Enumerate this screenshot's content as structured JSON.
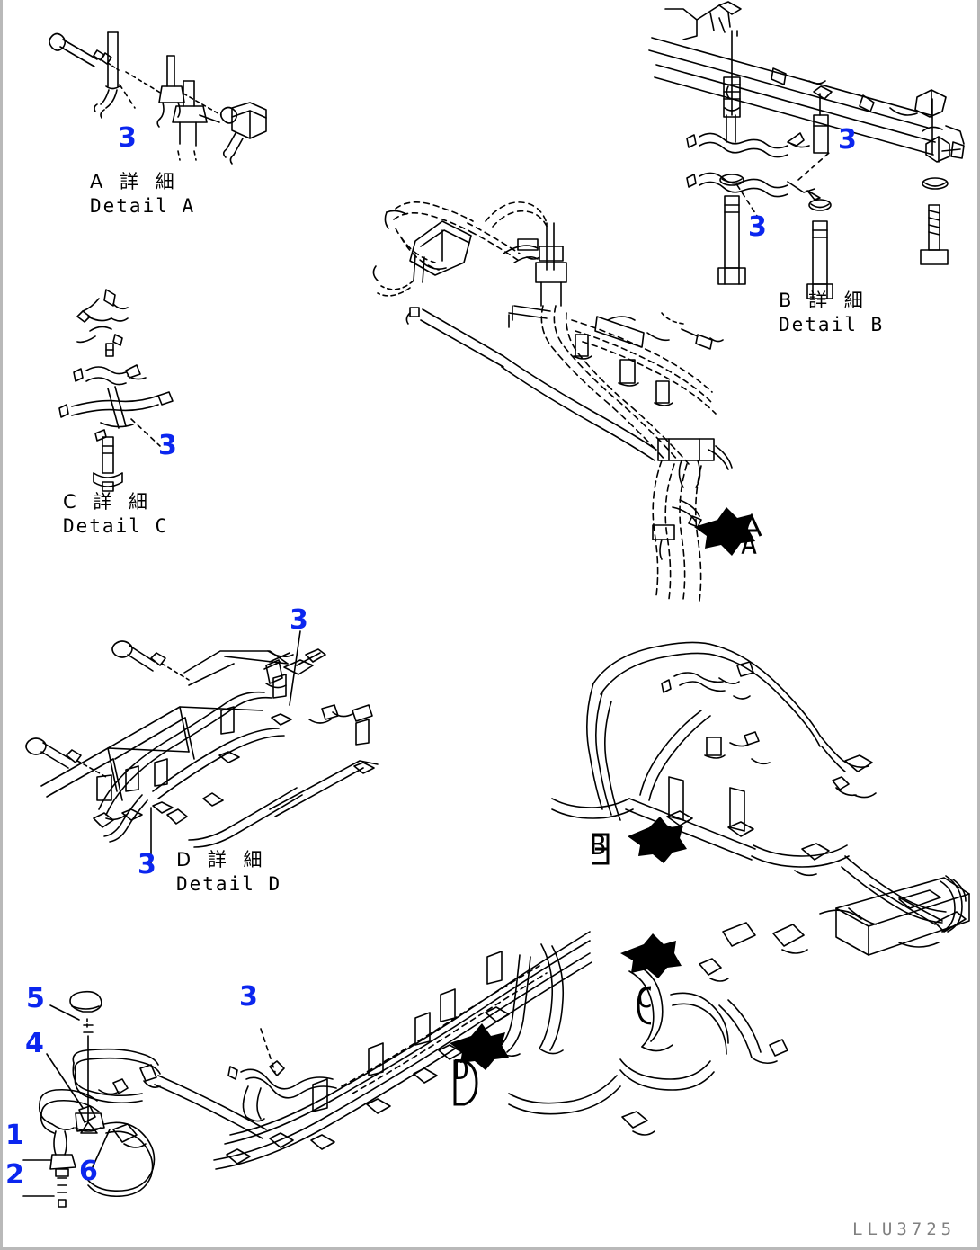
{
  "document": {
    "type": "parts-diagram",
    "sheet_number": "LLU3725",
    "background_color": "#ffffff",
    "callout_color": "#0b26ef",
    "line_color": "#000000"
  },
  "details": {
    "a": {
      "jp": "A 詳 細",
      "en": "Detail A",
      "callouts": [
        "3"
      ]
    },
    "b": {
      "jp": "B 詳 細",
      "en": "Detail B",
      "callouts": [
        "3",
        "3"
      ]
    },
    "c": {
      "jp": "C 詳 細",
      "en": "Detail C",
      "callouts": [
        "3"
      ]
    },
    "d": {
      "jp": "D 詳 細",
      "en": "Detail D",
      "callouts": [
        "3",
        "3"
      ]
    }
  },
  "section_markers": [
    {
      "letter": "A"
    },
    {
      "letter": "B"
    },
    {
      "letter": "C"
    },
    {
      "letter": "D"
    }
  ],
  "callouts": {
    "detail_a_3": "3",
    "detail_b_3_left": "3",
    "detail_b_3_right": "3",
    "detail_c_3": "3",
    "detail_d_3_top": "3",
    "detail_d_3_bottom": "3",
    "main_3": "3",
    "item_1": "1",
    "item_2": "2",
    "item_4": "4",
    "item_5": "5",
    "item_6": "6"
  }
}
